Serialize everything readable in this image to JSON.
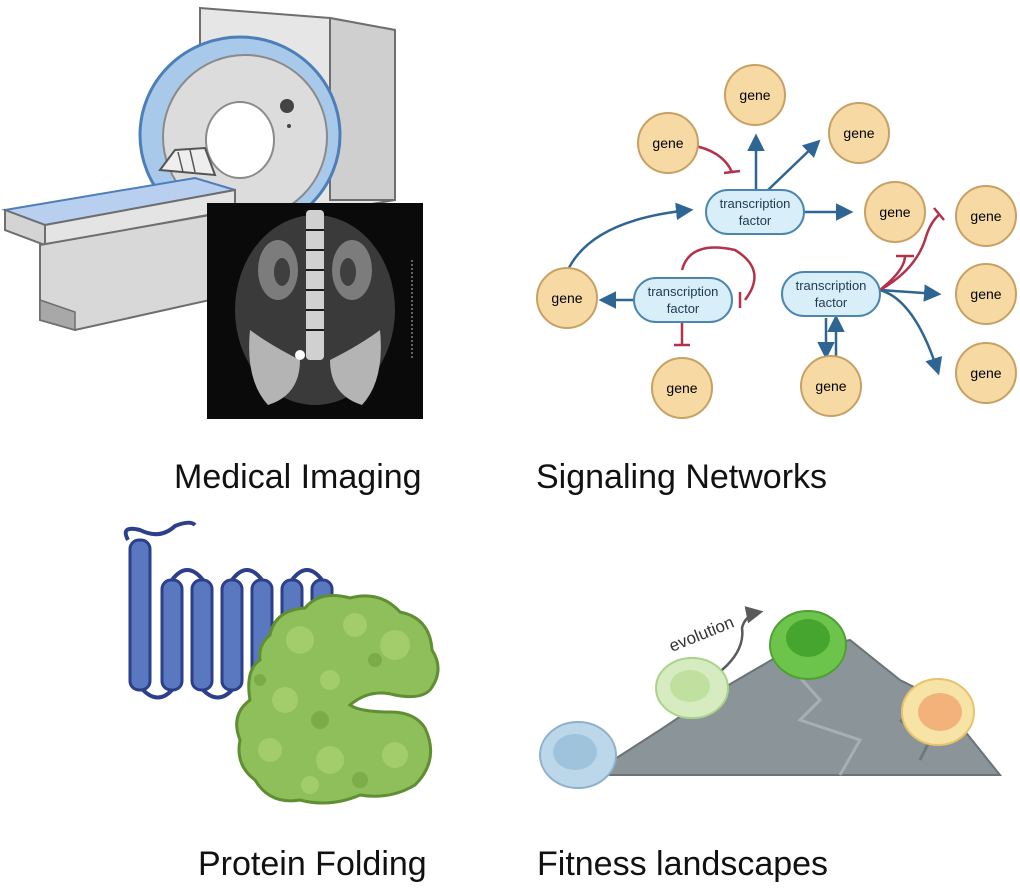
{
  "panels": {
    "medical_imaging": {
      "caption": "Medical Imaging"
    },
    "signaling_networks": {
      "caption": "Signaling Networks",
      "gene_label": "gene",
      "tf_line1": "transcription",
      "tf_line2": "factor"
    },
    "protein_folding": {
      "caption": "Protein Folding"
    },
    "fitness_landscapes": {
      "caption": "Fitness landscapes",
      "annotation": "evolution"
    }
  },
  "colors": {
    "gene_fill": "#f6d9a3",
    "gene_stroke": "#c9a064",
    "tf_fill": "#d8eef8",
    "tf_stroke": "#4a86b0",
    "activation_arrow": "#2f6593",
    "inhibition_arrow": "#b3324a",
    "helix_blue": "#5a78c0",
    "helix_dark": "#2b3f8a",
    "protein_green": "#8fbf5a",
    "mountain_gray": "#8b9599"
  }
}
